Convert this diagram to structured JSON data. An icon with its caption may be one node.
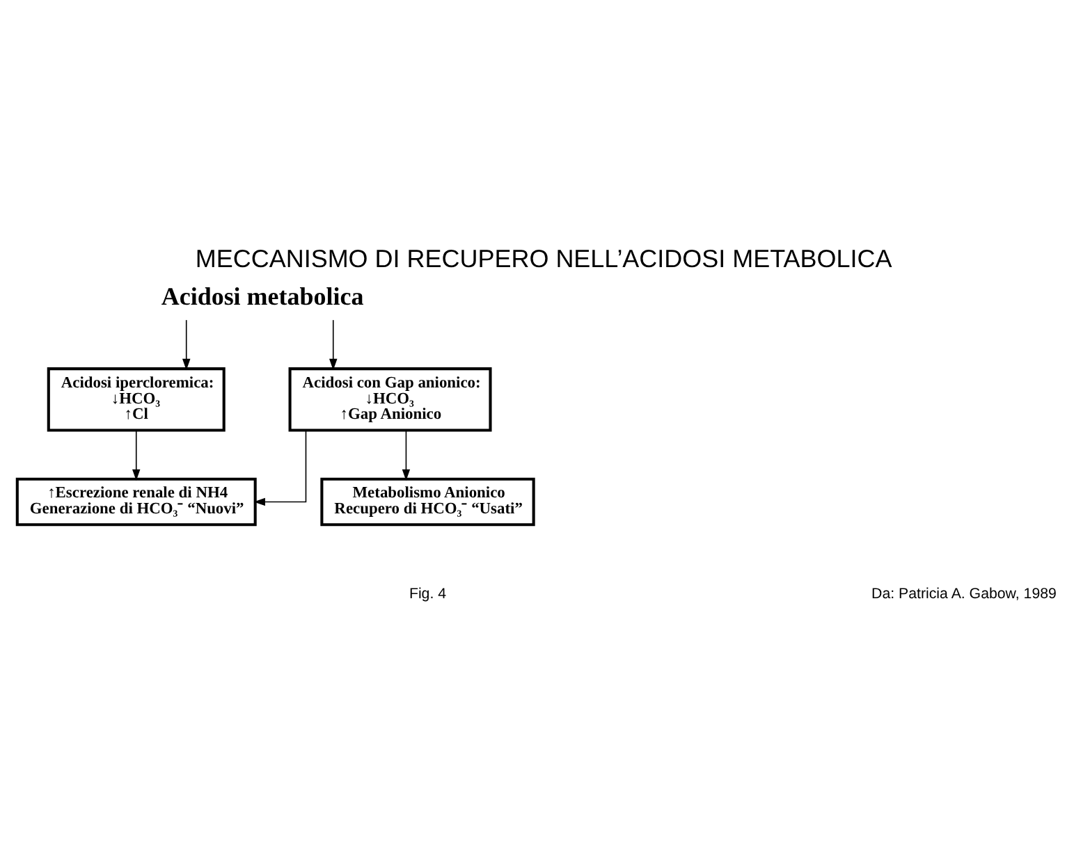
{
  "diagram": {
    "title": "MECCANISMO DI RECUPERO NELL’ACIDOSI METABOLICA",
    "nodes": [
      {
        "text": [
          "Acidosi metabolica"
        ]
      },
      {
        "text": [
          "Acidosi ipercloremica:",
          "↓HCO₃",
          "↑Cl"
        ]
      },
      {
        "text": [
          "Acidosi con Gap anionico:",
          "↓HCO₃",
          "↑Gap Anionico"
        ]
      },
      {
        "text": [
          "↑Escrezione renale di NH4",
          "Generazione di HCO₃⁻ “Nuovi”"
        ]
      },
      {
        "text": [
          "Metabolismo Anionico",
          "Recupero di HCO₃⁻ “Usati”"
        ]
      }
    ],
    "edges": [
      {
        "from": 0,
        "to": 1,
        "arrow": "to"
      },
      {
        "from": 0,
        "to": 2,
        "arrow": "to"
      },
      {
        "from": 1,
        "to": 3,
        "arrow": "to"
      },
      {
        "from": 2,
        "to": 3,
        "arrow": "to"
      },
      {
        "from": 2,
        "to": 4,
        "arrow": "to"
      }
    ],
    "labels": [
      "Fig. 4",
      "Da: Patricia A. Gabow, 1989"
    ]
  }
}
